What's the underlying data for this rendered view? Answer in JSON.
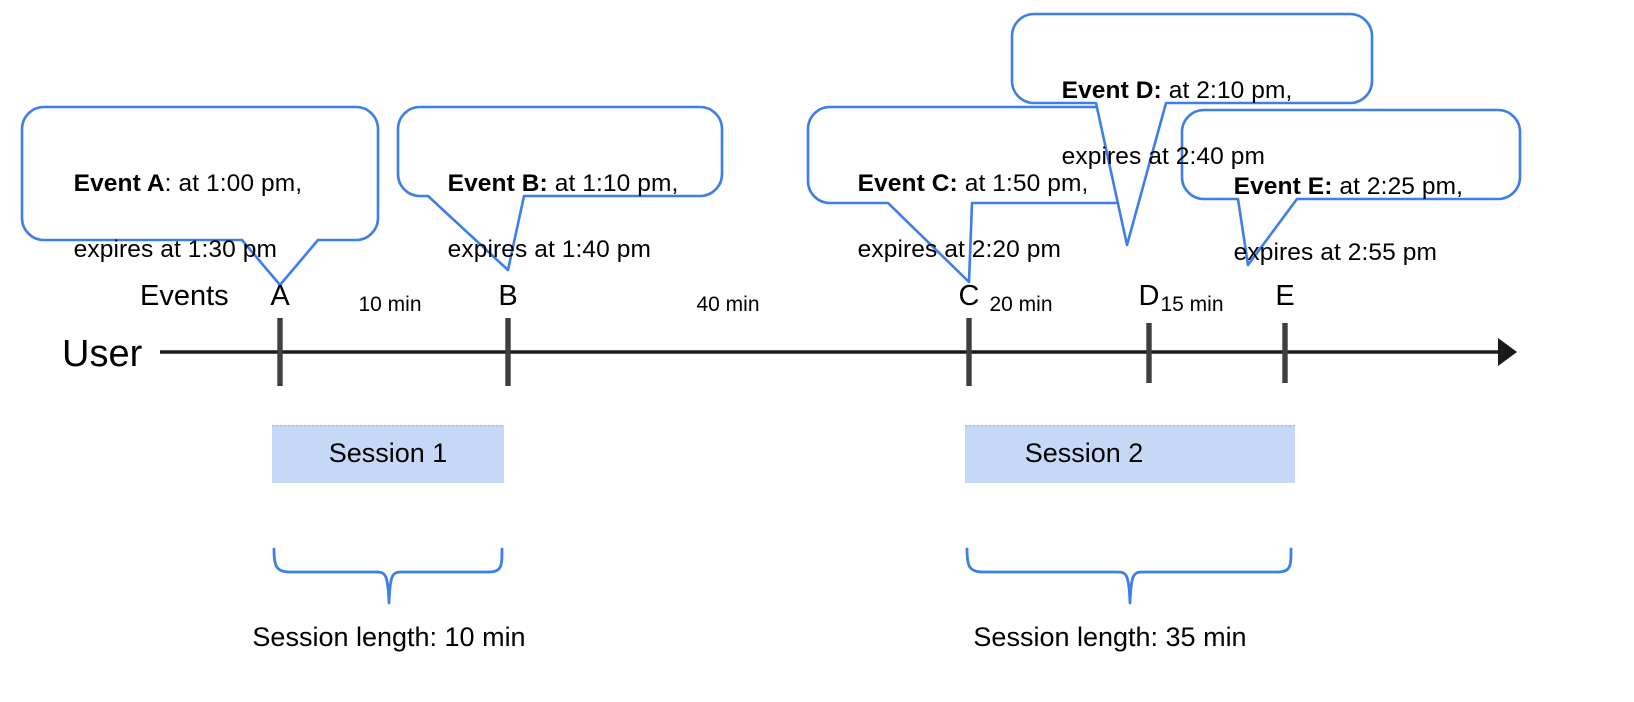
{
  "diagram": {
    "title": "User session timeline with expiring events",
    "colors": {
      "callout_stroke": "#3d7ee8",
      "brace_stroke": "#3d7ee8",
      "session_fill": "#c5d9f7",
      "session_dotted_border": "#a9bedd",
      "axis": "#1a1a1a",
      "tick": "#3f3f3f",
      "text": "#000000"
    },
    "axis": {
      "row_label": "User",
      "events_label": "Events",
      "arrow_direction": "right"
    },
    "events": [
      {
        "id": "A",
        "tick_label": "A",
        "bold": "Event A",
        "separator": ": ",
        "rest_line1": "at 1:00 pm,",
        "line2": "expires at 1:30 pm",
        "time": "1:00 pm",
        "expires": "1:30 pm"
      },
      {
        "id": "B",
        "tick_label": "B",
        "bold": "Event B:",
        "separator": " ",
        "rest_line1": "at 1:10 pm,",
        "line2": "expires at 1:40 pm",
        "time": "1:10 pm",
        "expires": "1:40 pm"
      },
      {
        "id": "C",
        "tick_label": "C",
        "bold": "Event C:",
        "separator": " ",
        "rest_line1": "at 1:50 pm,",
        "line2": "expires at 2:20 pm",
        "time": "1:50 pm",
        "expires": "2:20 pm"
      },
      {
        "id": "D",
        "tick_label": "D",
        "bold": "Event D:",
        "separator": " ",
        "rest_line1": "at 2:10 pm,",
        "line2": "expires at 2:40 pm",
        "time": "2:10 pm",
        "expires": "2:40 pm"
      },
      {
        "id": "E",
        "tick_label": "E",
        "bold": "Event E:",
        "separator": " ",
        "rest_line1": "at 2:25 pm,",
        "line2": "expires at 2:55 pm",
        "time": "2:25 pm",
        "expires": "2:55 pm"
      }
    ],
    "gaps": [
      {
        "label": "10 min",
        "from": "A",
        "to": "B"
      },
      {
        "label": "40 min",
        "from": "B",
        "to": "C"
      },
      {
        "label": "20 min",
        "from": "C",
        "to": "D"
      },
      {
        "label": "15 min",
        "from": "D",
        "to": "E"
      }
    ],
    "sessions": [
      {
        "name": "Session 1",
        "length_label": "Session length: 10 min"
      },
      {
        "name": "Session 2",
        "length_label": "Session length: 35 min"
      }
    ]
  }
}
